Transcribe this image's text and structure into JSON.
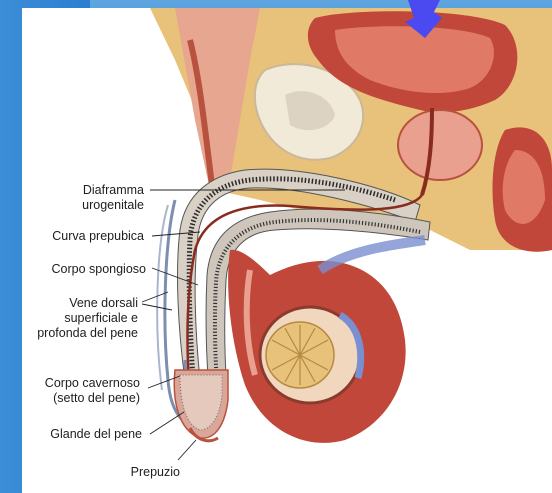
{
  "labels": {
    "diaframma_1": "Diaframma",
    "diaframma_2": "urogenitale",
    "curva": "Curva prepubica",
    "spongioso": "Corpo spongioso",
    "vene_1": "Vene dorsali",
    "vene_2": "superficiale e",
    "vene_3": "profonda del pene",
    "cavernoso_1": "Corpo cavernoso",
    "cavernoso_2": "(setto del pene)",
    "glande": "Glande del pene",
    "prepuzio": "Prepuzio"
  },
  "colors": {
    "slide_blue": "#1d6cc0",
    "tissue_red": "#c0473a",
    "tissue_pink": "#e9a08f",
    "fat_yellow": "#e8c27a",
    "bone_ivory": "#f2ead8",
    "arrow_blue": "#4a4af0"
  }
}
